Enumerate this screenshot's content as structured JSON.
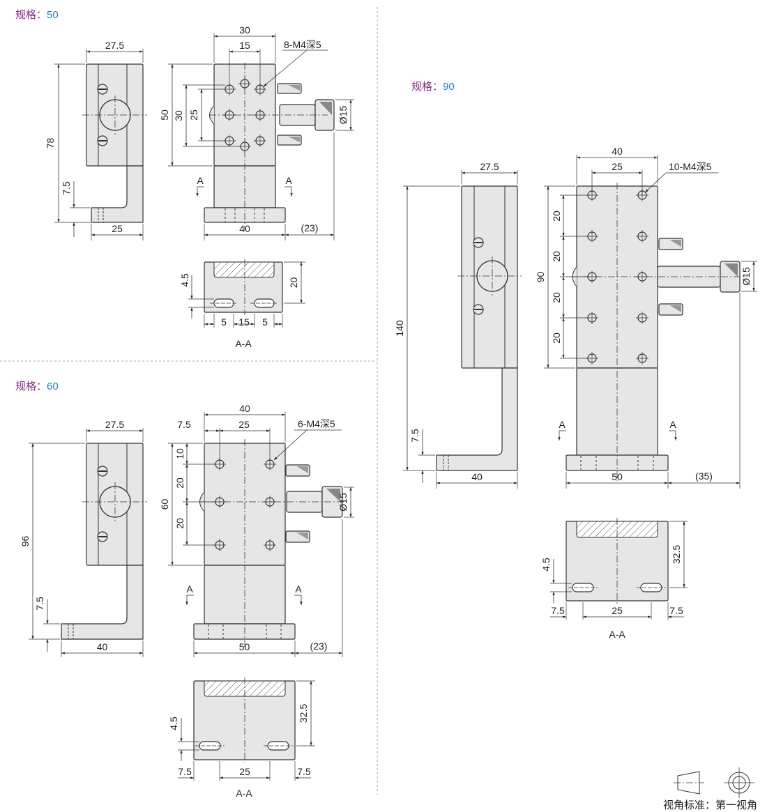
{
  "specs": {
    "s50": {
      "prefix": "规格：",
      "size": "50",
      "side_width": "27.5",
      "height": "78",
      "foot_thk": "7.5",
      "foot_len": "25",
      "front_width": "30",
      "hole_pitch": "15",
      "hole_note": "8-M4深5",
      "block_h": "50",
      "v_pitch1": "30",
      "v_pitch2": "25",
      "knob_dia": "Ø15",
      "base_w": "40",
      "offset": "(23)",
      "sec_mark": "A",
      "sec_slot": "4.5",
      "sec_h": "20",
      "sec_b1": "5",
      "sec_b2": "15",
      "sec_b3": "5",
      "sec_name": "A-A"
    },
    "s60": {
      "prefix": "规格：",
      "size": "60",
      "side_width": "27.5",
      "height": "96",
      "foot_thk": "7.5",
      "foot_len": "40",
      "front_width": "40",
      "edge": "7.5",
      "hole_pitch": "25",
      "hole_note": "6-M4深5",
      "block_h": "60",
      "v_a": "10",
      "v_b": "20",
      "v_c": "20",
      "knob_dia": "Ø15",
      "base_w": "50",
      "offset": "(23)",
      "sec_mark": "A",
      "sec_slot": "4.5",
      "sec_h": "32.5",
      "sec_b1": "7.5",
      "sec_b2": "25",
      "sec_b3": "7.5",
      "sec_name": "A-A"
    },
    "s90": {
      "prefix": "规格：",
      "size": "90",
      "side_width": "27.5",
      "height": "140",
      "foot_thk": "7.5",
      "foot_len": "40",
      "front_width": "40",
      "hole_pitch": "25",
      "hole_note": "10-M4深5",
      "block_h": "90",
      "v_a": "20",
      "v_b": "20",
      "v_c": "20",
      "v_d": "20",
      "knob_dia": "Ø15",
      "base_w": "50",
      "offset": "(35)",
      "sec_mark": "A",
      "sec_slot": "4.5",
      "sec_h": "32.5",
      "sec_b1": "7.5",
      "sec_b2": "25",
      "sec_b3": "7.5",
      "sec_name": "A-A"
    }
  },
  "legend": {
    "text": "视角标准：第一视角"
  },
  "colors": {
    "title_prefix": "#8a2b86",
    "title_value": "#1c7fc0",
    "part_fill": "#e6e6e6",
    "line": "#333333"
  }
}
